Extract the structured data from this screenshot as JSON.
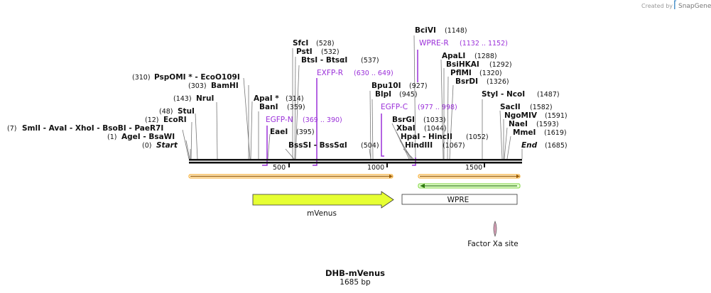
{
  "credit": {
    "prefix": "Created by",
    "brand": "SnapGene"
  },
  "plasmid": {
    "name": "DHB-mVenus",
    "length_label": "1685 bp"
  },
  "sites": [
    {
      "name": "BciVI",
      "pos": "(1148)"
    },
    {
      "name": "WPRE-R",
      "pos": "(1132 .. 1152)",
      "primer": true
    },
    {
      "name": "SfcI",
      "pos": "(528)"
    },
    {
      "name": "PstI",
      "pos": "(532)"
    },
    {
      "name": "BtsI - BtsαI",
      "pos": "(537)"
    },
    {
      "name": "ApaLI",
      "pos": "(1288)"
    },
    {
      "name": "BsiHKAI",
      "pos": "(1292)"
    },
    {
      "name": "PflMI",
      "pos": "(1320)"
    },
    {
      "name": "EXFP-R",
      "pos": "(630 .. 649)",
      "primer": true
    },
    {
      "name": "PspOMI * - EcoO109I",
      "pos": "(310)"
    },
    {
      "name": "BamHI",
      "pos": "(303)"
    },
    {
      "name": "BsrDI",
      "pos": "(1326)"
    },
    {
      "name": "Bpu10I",
      "pos": "(927)"
    },
    {
      "name": "BlpI",
      "pos": "(945)"
    },
    {
      "name": "StyI - NcoI",
      "pos": "(1487)"
    },
    {
      "name": "NruI",
      "pos": "(143)"
    },
    {
      "name": "ApaI *",
      "pos": "(314)"
    },
    {
      "name": "BanI",
      "pos": "(359)"
    },
    {
      "name": "EGFP-C",
      "pos": "(977 .. 998)",
      "primer": true
    },
    {
      "name": "SacII",
      "pos": "(1582)"
    },
    {
      "name": "StuI",
      "pos": "(48)"
    },
    {
      "name": "NgoMIV",
      "pos": "(1591)"
    },
    {
      "name": "EcoRI",
      "pos": "(12)"
    },
    {
      "name": "EGFP-N",
      "pos": "(369 .. 390)",
      "primer": true
    },
    {
      "name": "BsrGI",
      "pos": "(1033)"
    },
    {
      "name": "NaeI",
      "pos": "(1593)"
    },
    {
      "name": "SmlI - AvaI - XhoI - BsoBI - PaeR7I",
      "pos": "(7)"
    },
    {
      "name": "XbaI",
      "pos": "(1044)"
    },
    {
      "name": "EaeI",
      "pos": "(395)"
    },
    {
      "name": "MmeI",
      "pos": "(1619)"
    },
    {
      "name": "AgeI - BsaWI",
      "pos": "(1)"
    },
    {
      "name": "HpaI - HincII",
      "pos": "(1052)"
    },
    {
      "name": "Start",
      "pos": "(0)"
    },
    {
      "name": "BssSI - BssSαI",
      "pos": "(504)"
    },
    {
      "name": "HindIII",
      "pos": "(1067)"
    },
    {
      "name": "End",
      "pos": "(1685)"
    }
  ],
  "ruler": {
    "ticks": [
      "500",
      "1000",
      "1500"
    ]
  },
  "features": [
    {
      "name": "mVenus",
      "color": "#e6ff33"
    },
    {
      "name": "WPRE",
      "color": "#ffffff"
    },
    {
      "name": "Factor Xa site",
      "color": "#d9a0b8"
    }
  ],
  "colors": {
    "primer": "#9b30d9",
    "backbone": "#111111",
    "orange_track": "#f5a623",
    "green_track": "#3a9a1a"
  }
}
